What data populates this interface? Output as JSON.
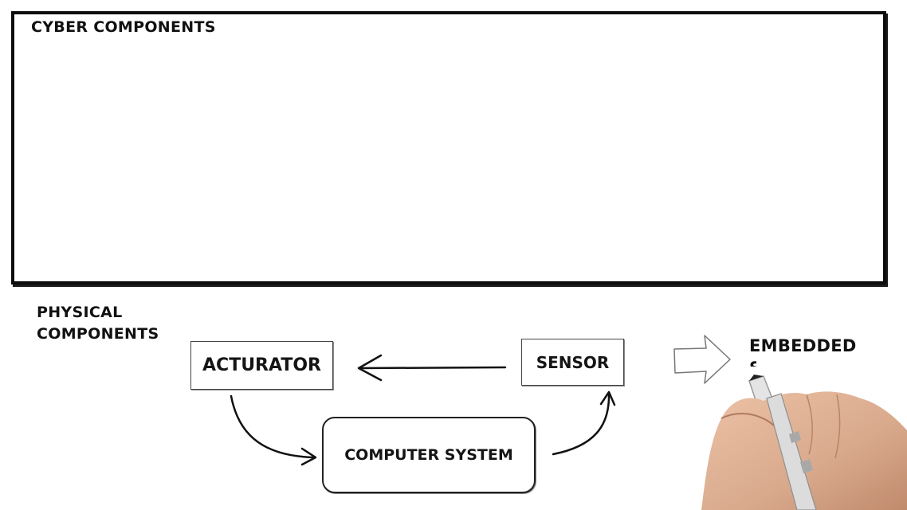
{
  "cyber": {
    "title": "CYBER COMPONENTS"
  },
  "physical": {
    "title_line1": "PHYSICAL",
    "title_line2": "COMPONENTS"
  },
  "nodes": {
    "actuator": "ACTURATOR",
    "sensor": "SENSOR",
    "computer": "COMPUTER SYSTEM"
  },
  "embedded": {
    "label": "EMBEDDED",
    "partial": "S"
  },
  "colors": {
    "ink": "#111111",
    "skin": "#d9a98c",
    "pen_body": "#e6e6e6"
  },
  "icons": [
    "block-arrow-icon",
    "hand-with-marker-icon"
  ]
}
